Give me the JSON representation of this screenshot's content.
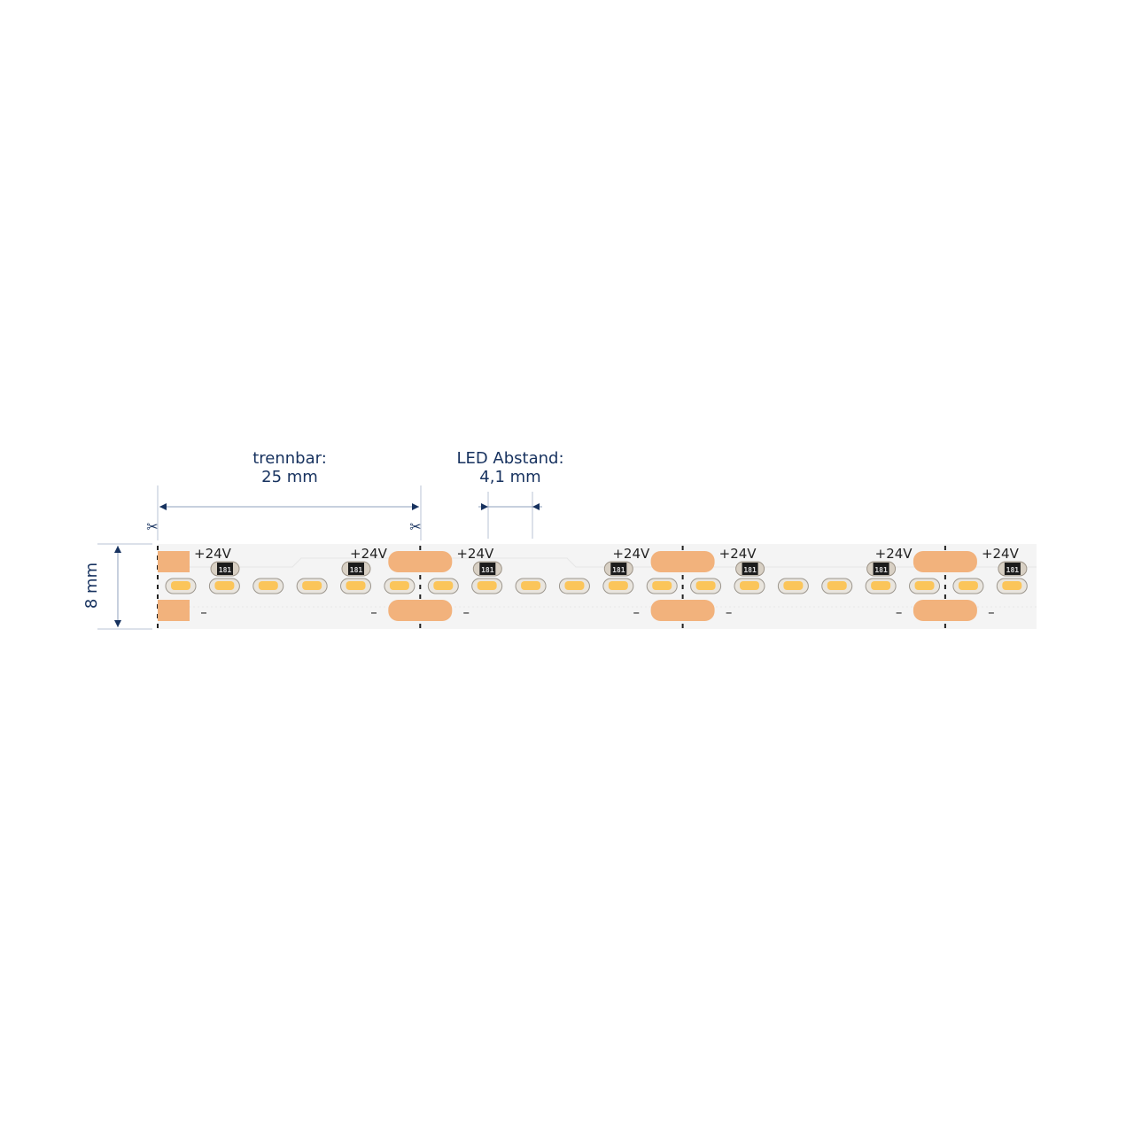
{
  "dimensions": {
    "cut_label": "trennbar:",
    "cut_value": "25 mm",
    "led_pitch_label": "LED Abstand:",
    "led_pitch_value": "4,1 mm",
    "width_value": "8 mm"
  },
  "strip": {
    "positive_label": "+24V",
    "negative_label": "–",
    "resistor_code": "181",
    "led_count_visible": 20,
    "segments_visible": 4,
    "leds_per_segment": 6
  },
  "colors": {
    "dimension": "#17325f",
    "pad": "#f2b27c",
    "led": "#fbc55a",
    "board": "#f4f4f4"
  }
}
